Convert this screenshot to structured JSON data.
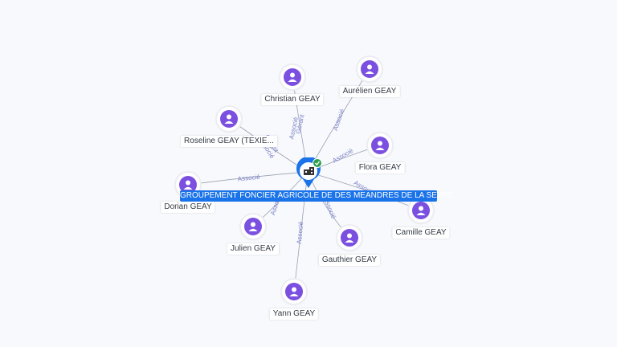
{
  "company": {
    "name": "GROUPEMENT FONCIER AGRICOLE DE DES MEANDRES DE LA SEVRE",
    "icon": "building-icon",
    "status_icon": "check-badge-icon",
    "pin_color": "#1a73e8",
    "status_color": "#2e9e4f"
  },
  "person_color": "#7b4fe0",
  "edge_label_color": "#7a7fc8",
  "people": [
    {
      "name": "Christian GEAY",
      "relations": [
        "Gérant",
        "Associé"
      ]
    },
    {
      "name": "Aurélien GEAY",
      "relations": [
        "Associé"
      ]
    },
    {
      "name": "Roseline GEAY (TEXIE...",
      "relations": [
        "Gérant",
        "Associé"
      ]
    },
    {
      "name": "Flora GEAY",
      "relations": [
        "Associé"
      ]
    },
    {
      "name": "Dorian GEAY",
      "relations": [
        "Associé"
      ]
    },
    {
      "name": "Camille GEAY",
      "relations": [
        "Associé"
      ]
    },
    {
      "name": "Julien GEAY",
      "relations": [
        "Associé"
      ]
    },
    {
      "name": "Gauthier GEAY",
      "relations": [
        "Associé"
      ]
    },
    {
      "name": "Yann GEAY",
      "relations": [
        "Associé"
      ]
    }
  ]
}
